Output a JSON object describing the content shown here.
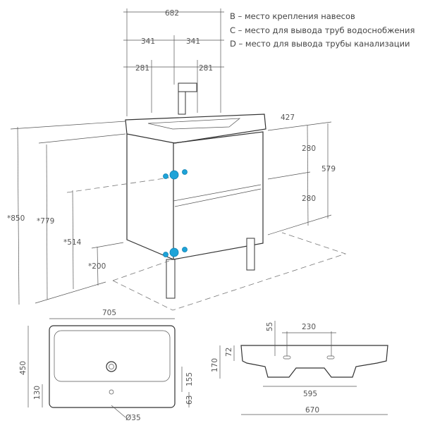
{
  "legend": [
    "B – место крепления навесов",
    "C – место для вывода труб водоснобжения",
    "D – место для вывода трубы канализации"
  ],
  "perspective_dims": {
    "width_total": "682",
    "half_left": "341",
    "half_right": "341",
    "offset_left": "281",
    "offset_right": "281",
    "depth": "427",
    "upper_280": "280",
    "lower_280": "280",
    "height_579": "579",
    "h850": "*850",
    "h779": "*779",
    "h514": "*514",
    "h200": "*200"
  },
  "top_view_dims": {
    "width": "705",
    "depth": "450",
    "d130": "130",
    "d155": "155",
    "d63": "63",
    "hole": "Ø35"
  },
  "side_view_dims": {
    "d55": "55",
    "d230": "230",
    "d72": "72",
    "d170": "170",
    "d595": "595",
    "d670": "670"
  },
  "colors": {
    "marker": "#1ea3d8"
  }
}
